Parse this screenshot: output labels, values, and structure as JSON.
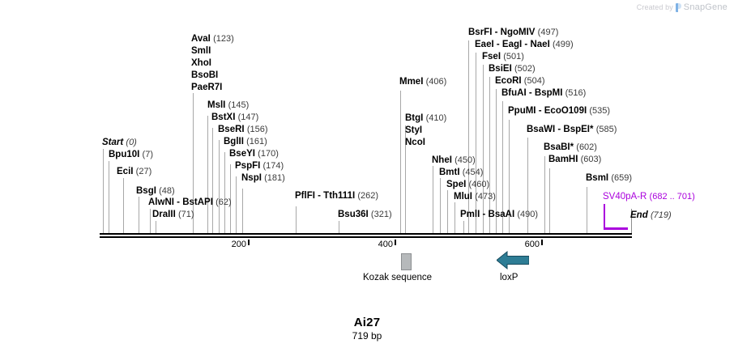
{
  "watermark": {
    "prefix": "Created by",
    "brand": "SnapGene",
    "logo_icon": "snapgene-logo-icon"
  },
  "title": {
    "name": "Ai27",
    "length": "719 bp"
  },
  "sequence": {
    "length_bp": 719,
    "start_label": "Start",
    "start_pos": "(0)",
    "end_label": "End",
    "end_pos": "(719)"
  },
  "ruler": {
    "ticks": [
      {
        "label": "200",
        "value": 200
      },
      {
        "label": "400",
        "value": 400
      },
      {
        "label": "600",
        "value": 600
      }
    ]
  },
  "features": [
    {
      "name": "Kozak sequence",
      "icon": "rectangle-feature-icon",
      "color": "#b6b9bb",
      "shape": "box"
    },
    {
      "name": "loxP",
      "icon": "left-arrow-feature-icon",
      "color": "#2e7d95",
      "shape": "arrow-left"
    },
    {
      "name": "SV40pA-R",
      "range": "(682 .. 701)",
      "color": "#aa00dd",
      "shape": "bar"
    }
  ],
  "sites": [
    {
      "names": [
        "Start"
      ],
      "pos": "(0)",
      "style": "italic-bold"
    },
    {
      "names": [
        "Bpu10I"
      ],
      "pos": "(7)"
    },
    {
      "names": [
        "EciI"
      ],
      "pos": "(27)"
    },
    {
      "names": [
        "BsgI"
      ],
      "pos": "(48)"
    },
    {
      "names": [
        "AlwNI",
        "BstAPI"
      ],
      "pos": "(62)"
    },
    {
      "names": [
        "DraIII"
      ],
      "pos": "(71)"
    },
    {
      "names": [
        "AvaI",
        "SmlI",
        "XhoI",
        "BsoBI",
        "PaeR7I"
      ],
      "pos": "(123)"
    },
    {
      "names": [
        "MslI"
      ],
      "pos": "(145)"
    },
    {
      "names": [
        "BstXI"
      ],
      "pos": "(147)"
    },
    {
      "names": [
        "BseRI"
      ],
      "pos": "(156)"
    },
    {
      "names": [
        "BglII"
      ],
      "pos": "(161)"
    },
    {
      "names": [
        "BseYI"
      ],
      "pos": "(170)"
    },
    {
      "names": [
        "PspFI"
      ],
      "pos": "(174)"
    },
    {
      "names": [
        "NspI"
      ],
      "pos": "(181)"
    },
    {
      "names": [
        "PflFI",
        "Tth111I"
      ],
      "pos": "(262)"
    },
    {
      "names": [
        "Bsu36I"
      ],
      "pos": "(321)"
    },
    {
      "names": [
        "MmeI"
      ],
      "pos": "(406)"
    },
    {
      "names": [
        "BtgI",
        "StyI",
        "NcoI"
      ],
      "pos": "(410)"
    },
    {
      "names": [
        "NheI"
      ],
      "pos": "(450)"
    },
    {
      "names": [
        "BmtI"
      ],
      "pos": "(454)"
    },
    {
      "names": [
        "SpeI"
      ],
      "pos": "(460)"
    },
    {
      "names": [
        "MluI"
      ],
      "pos": "(473)"
    },
    {
      "names": [
        "PmlI",
        "BsaAI"
      ],
      "pos": "(490)"
    },
    {
      "names": [
        "BsrFI",
        "NgoMIV"
      ],
      "pos": "(497)"
    },
    {
      "names": [
        "EaeI",
        "EagI",
        "NaeI"
      ],
      "pos": "(499)"
    },
    {
      "names": [
        "FseI"
      ],
      "pos": "(501)"
    },
    {
      "names": [
        "BsiEI"
      ],
      "pos": "(502)"
    },
    {
      "names": [
        "EcoRI"
      ],
      "pos": "(504)"
    },
    {
      "names": [
        "BfuAI",
        "BspMI"
      ],
      "pos": "(516)"
    },
    {
      "names": [
        "PpuMI",
        "EcoO109I"
      ],
      "pos": "(535)"
    },
    {
      "names": [
        "BsaWI",
        "BspEI*"
      ],
      "pos": "(585)"
    },
    {
      "names": [
        "BsaBI*"
      ],
      "pos": "(602)"
    },
    {
      "names": [
        "BamHI"
      ],
      "pos": "(603)"
    },
    {
      "names": [
        "BsmI"
      ],
      "pos": "(659)"
    },
    {
      "names": [
        "End"
      ],
      "pos": "(719)",
      "style": "italic-bold"
    }
  ],
  "text": {
    "avai_stack": "AvaI",
    "smli": "SmlI",
    "xhoi": "XhoI",
    "bsobi": "BsoBI",
    "paer7i": "PaeR7I",
    "btgi": "BtgI",
    "styi": "StyI",
    "ncoi": "NcoI"
  }
}
